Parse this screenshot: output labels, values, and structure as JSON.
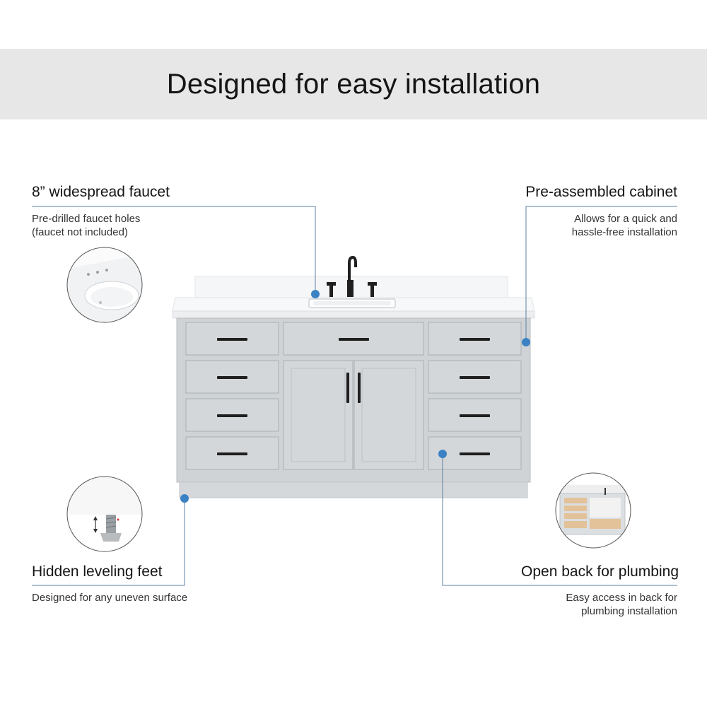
{
  "heading": "Designed for easy installation",
  "features": {
    "faucet": {
      "title": "8” widespread faucet",
      "desc_line1": "Pre-drilled faucet holes",
      "desc_line2": "(faucet not included)"
    },
    "cabinet": {
      "title": "Pre-assembled cabinet",
      "desc_line1": "Allows for  a quick and",
      "desc_line2": "hassle-free installation"
    },
    "feet": {
      "title": "Hidden leveling feet",
      "desc_line1": "Designed for any uneven surface"
    },
    "plumbing": {
      "title": "Open back for plumbing",
      "desc_line1": "Easy access in back for",
      "desc_line2": "plumbing installation"
    }
  },
  "colors": {
    "banner_bg": "#e7e7e7",
    "callout_line": "#5d7fa3",
    "callout_dot": "#3b82c4",
    "cabinet_gray": "#cfd3d6",
    "hardware": "#1f1f1f"
  }
}
